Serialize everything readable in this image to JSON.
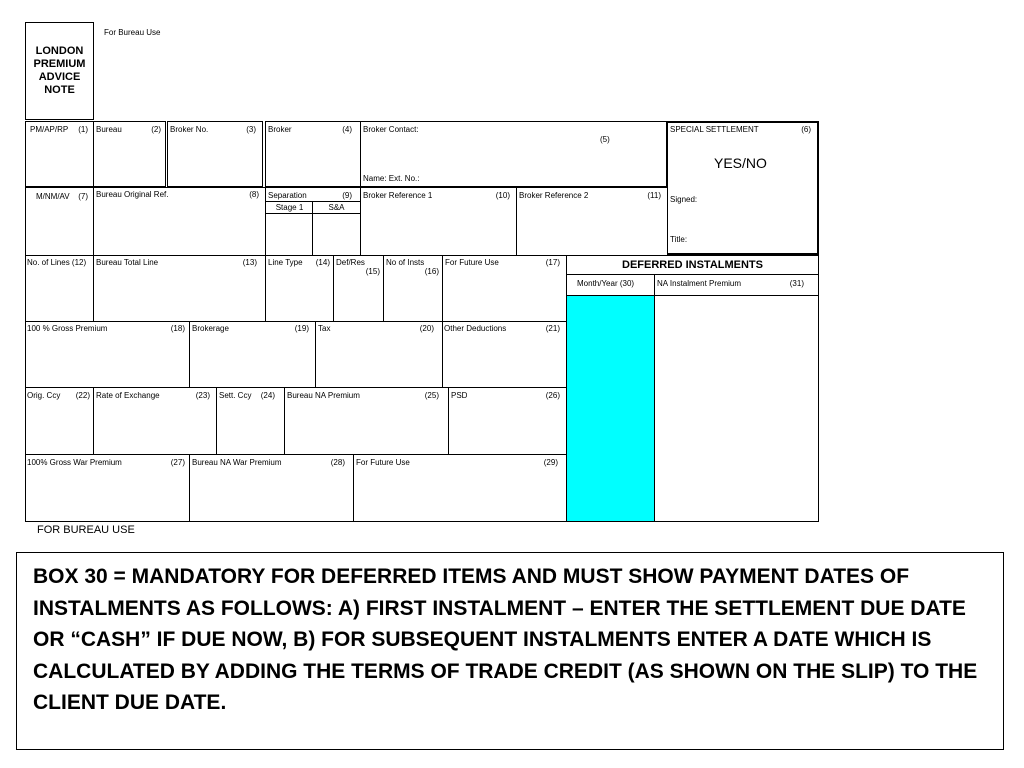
{
  "colors": {
    "border": "#000000",
    "deferred_fill": "#00ffff",
    "background": "#ffffff"
  },
  "header": {
    "bureau_use_top": "For Bureau Use",
    "form_title": "LONDON PREMIUM ADVICE NOTE"
  },
  "row1": {
    "pm": "PM/AP/RP",
    "pm_num": "(1)",
    "bureau": "Bureau",
    "bureau_num": "(2)",
    "broker_no": "Broker No.",
    "broker_no_num": "(3)",
    "broker": "Broker",
    "broker_num": "(4)",
    "broker_contact": "Broker Contact:",
    "broker_contact_num": "(5)",
    "broker_contact_sub": "Name:  Ext. No.:",
    "special": "SPECIAL SETTLEMENT",
    "special_num": "(6)",
    "yes_no": "YES/NO",
    "signed": "Signed:",
    "title": "Title:"
  },
  "row2": {
    "mnm": "M/NM/AV",
    "mnm_num": "(7)",
    "bureau_orig": "Bureau Original Ref.",
    "bureau_orig_num": "(8)",
    "separation": "Separation",
    "separation_num": "(9)",
    "stage1": "Stage 1",
    "sa": "S&A",
    "broker_ref1": "Broker Reference 1",
    "broker_ref1_num": "(10)",
    "broker_ref2": "Broker Reference 2",
    "broker_ref2_num": "(11)"
  },
  "row3": {
    "lines": "No. of Lines (12)",
    "total_line": "Bureau Total Line",
    "total_line_num": "(13)",
    "line_type": "Line Type",
    "line_type_num": "(14)",
    "defres": "Def/Res",
    "defres_num": "(15)",
    "insts": "No of Insts",
    "insts_num": "(16)",
    "future": "For Future Use",
    "future_num": "(17)"
  },
  "deferred": {
    "title": "DEFERRED INSTALMENTS",
    "month": "Month/Year   (30)",
    "na_prem": "NA Instalment Premium",
    "na_prem_num": "(31)"
  },
  "row4": {
    "gross": "100 % Gross Premium",
    "gross_num": "(18)",
    "brokerage": "Brokerage",
    "brokerage_num": "(19)",
    "tax": "Tax",
    "tax_num": "(20)",
    "other": "Other Deductions",
    "other_num": "(21)"
  },
  "row5": {
    "orig_ccy": "Orig. Ccy",
    "orig_ccy_num": "(22)",
    "roe": "Rate of Exchange",
    "roe_num": "(23)",
    "sett_ccy": "Sett. Ccy",
    "sett_ccy_num": "(24)",
    "na_prem": "Bureau NA Premium",
    "na_prem_num": "(25)",
    "psd": "PSD",
    "psd_num": "(26)"
  },
  "row6": {
    "war": "100% Gross War Premium",
    "war_num": "(27)",
    "na_war": "Bureau NA War Premium",
    "na_war_num": "(28)",
    "future": "For Future Use",
    "future_num": "(29)"
  },
  "footer": {
    "bureau_use": "FOR BUREAU USE"
  },
  "note": {
    "text": "BOX 30 = MANDATORY FOR DEFERRED ITEMS AND MUST SHOW PAYMENT DATES OF INSTALMENTS AS FOLLOWS: A) FIRST INSTALMENT – ENTER THE SETTLEMENT DUE DATE  OR “CASH” IF DUE NOW, B) FOR SUBSEQUENT INSTALMENTS ENTER A DATE WHICH IS CALCULATED BY ADDING THE TERMS OF TRADE CREDIT (AS SHOWN ON THE SLIP) TO THE CLIENT DUE DATE."
  }
}
